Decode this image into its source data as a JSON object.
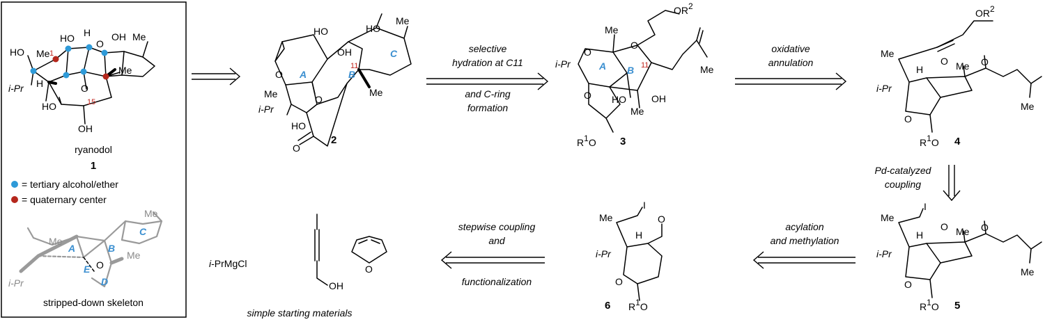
{
  "ryanodol_box": {
    "name": "ryanodol",
    "number": "1",
    "legend": [
      {
        "color": "#2e9ad8",
        "text": "= tertiary alcohol/ether"
      },
      {
        "color": "#b5271c",
        "text": "= quaternary center"
      }
    ],
    "skeleton_caption": "stripped-down skeleton",
    "atom_labels": {
      "c1": "1",
      "c15": "15"
    },
    "group_labels": {
      "ho_left": "HO",
      "me_left": "Me",
      "ipr": "i-Pr",
      "h": "H",
      "ho_bottom": "HO",
      "oh_bottom": "OH",
      "me_right": "Me",
      "ho_top1": "HO",
      "h_top": "H",
      "o_top": "O",
      "oh_top": "OH",
      "me_top": "Me",
      "o_mid": "O"
    },
    "skeleton_labels": {
      "me_left": "Me",
      "ipr": "i-Pr",
      "me_top": "Me",
      "me_right": "Me",
      "ring_a": "A",
      "ring_b": "B",
      "ring_c": "C",
      "ring_d": "D",
      "ring_e": "E",
      "o": "O"
    }
  },
  "compound_2": {
    "number": "2",
    "labels": {
      "ho_top": "HO",
      "oh_top": "OH",
      "ho_c": "HO",
      "me_c": "Me",
      "me_left": "Me",
      "ipr": "i-Pr",
      "ho_bottom": "HO",
      "me_right": "Me",
      "o1": "O",
      "o2": "O",
      "o3": "O",
      "c11": "11",
      "ring_a": "A",
      "ring_b": "B",
      "ring_c": "C"
    }
  },
  "arrow_2_3": {
    "top": [
      "selective",
      "hydration at C11"
    ],
    "bottom": [
      "and C-ring",
      "formation"
    ]
  },
  "compound_3": {
    "number": "3",
    "labels": {
      "or2": "OR",
      "r2_sup": "2",
      "me_top": "Me",
      "ipr": "i-Pr",
      "ho": "HO",
      "oh": "OH",
      "me_bottom": "Me",
      "me_right": "Me",
      "r1o": "R",
      "r1_sup": "1",
      "o_r1": "O",
      "o1": "O",
      "o2": "O",
      "o3": "O",
      "c11": "11",
      "ring_a": "A",
      "ring_b": "B"
    }
  },
  "arrow_3_4": {
    "top": [
      "oxidative",
      "annulation"
    ]
  },
  "compound_4": {
    "number": "4",
    "labels": {
      "or2": "OR",
      "r2_sup": "2",
      "me_vinyl": "Me",
      "h": "H",
      "o_ketone1": "O",
      "me_quat": "Me",
      "o_ketone2": "O",
      "ipr": "i-Pr",
      "o_ring": "O",
      "me_alkene": "Me",
      "r1": "R",
      "r1_sup": "1",
      "o_r1": "O"
    }
  },
  "arrow_4_5": {
    "label": [
      "Pd-catalyzed",
      "coupling"
    ]
  },
  "compound_5": {
    "number": "5",
    "labels": {
      "me_vinyl": "Me",
      "i": "I",
      "h": "H",
      "o_ketone1": "O",
      "me_quat": "Me",
      "o_ketone2": "O",
      "ipr": "i-Pr",
      "o_ring": "O",
      "me_alkene": "Me",
      "r1": "R",
      "r1_sup": "1",
      "o_r1": "O"
    }
  },
  "arrow_5_6": {
    "top": [
      "acylation",
      "and methylation"
    ]
  },
  "compound_6": {
    "number": "6",
    "labels": {
      "me_vinyl": "Me",
      "i": "I",
      "h": "H",
      "o_ketone": "O",
      "ipr": "i-Pr",
      "o_ring": "O",
      "r1": "R",
      "r1_sup": "1",
      "o_r1": "O"
    }
  },
  "arrow_6_sm": {
    "top": [
      "stepwise coupling",
      "and"
    ],
    "bottom": [
      "functionalization"
    ]
  },
  "starting_materials": {
    "grignard": "i-PrMgCl",
    "alkyne_oh": "OH",
    "furan_o": "O",
    "caption": "simple starting materials"
  }
}
